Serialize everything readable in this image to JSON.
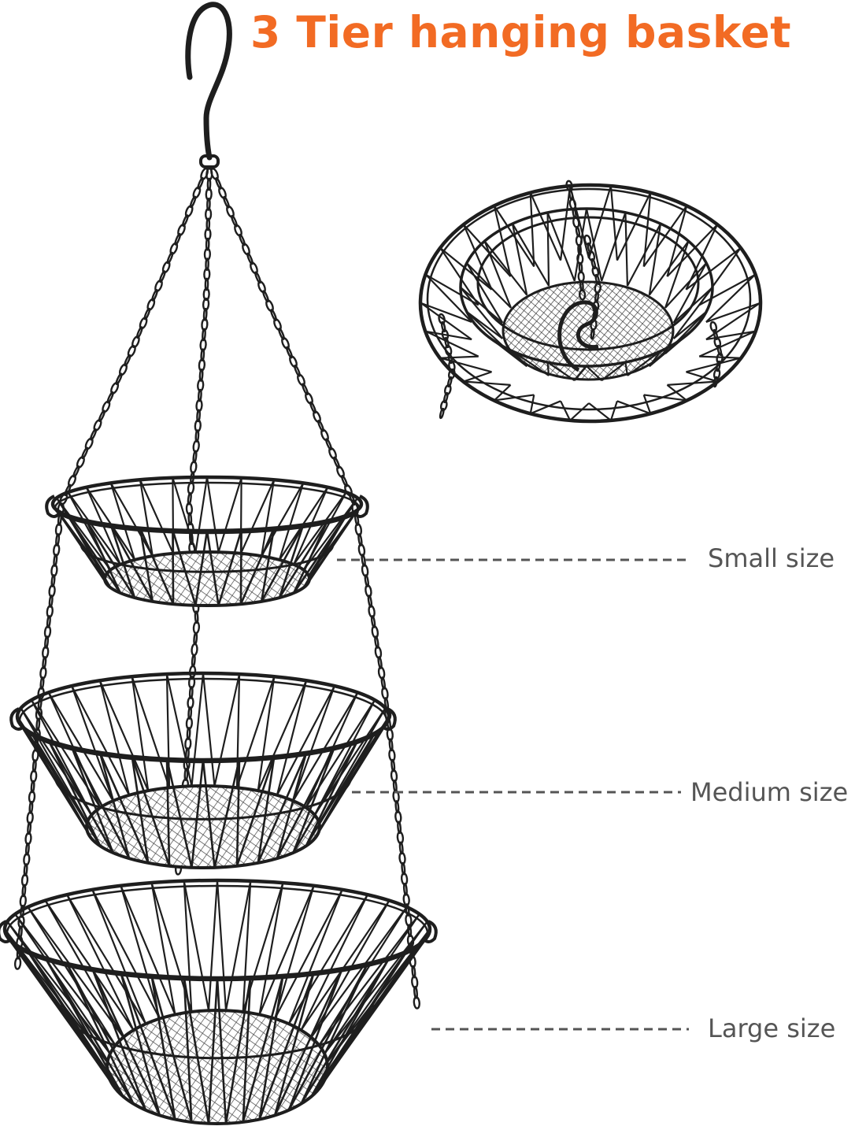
{
  "title": {
    "text": "3 Tier hanging basket",
    "color": "#F26B24"
  },
  "labels": {
    "small": "Small size",
    "medium": "Medium size",
    "large": "Large size"
  },
  "colors": {
    "wire": "#1e1e1e",
    "mesh": "#6a6a6a",
    "leader_line": "#555555"
  }
}
